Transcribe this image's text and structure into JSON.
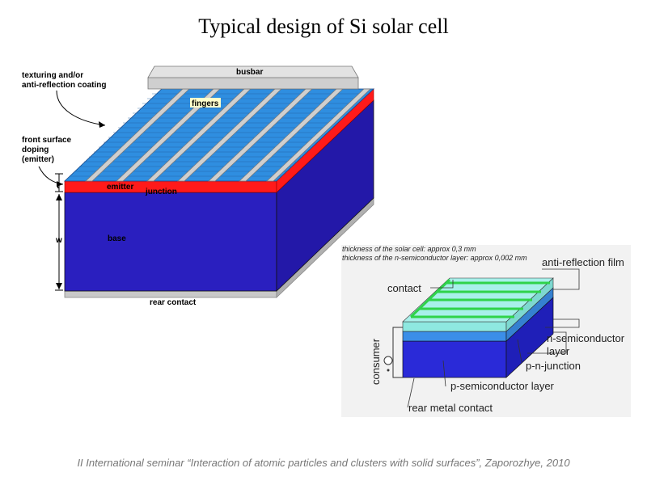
{
  "slide": {
    "title": "Typical design of Si solar cell",
    "footer": "II International seminar “Interaction of atomic particles and clusters with solid surfaces”, Zaporozhye, 2010"
  },
  "left_diagram": {
    "labels": {
      "busbar": "busbar",
      "texturing_line1": "texturing and/or",
      "texturing_line2": "anti-reflection coating",
      "fingers": "fingers",
      "front_line1": "front surface",
      "front_line2": "doping",
      "front_line3": "(emitter)",
      "t": "t",
      "emitter": "emitter",
      "junction": "junction",
      "w": "w",
      "base": "base",
      "rear_contact": "rear contact"
    },
    "colors": {
      "base": "#2a1fbf",
      "emitter": "#ff1a1a",
      "texture": "#2f8ee0",
      "metal": "#c9c9c9"
    }
  },
  "right_diagram": {
    "notes": {
      "line1": "thickness of the solar cell: approx 0,3 mm",
      "line2": "thickness of the n-semiconductor layer: approx 0,002 mm"
    },
    "labels": {
      "anti_reflection": "anti-reflection film",
      "contact": "contact",
      "n_semi_line1": "n-semiconductor",
      "n_semi_line2": "layer",
      "pn_junction": "p-n-junction",
      "consumer": "consumer",
      "p_semi": "p-semiconductor layer",
      "rear_metal": "rear metal contact"
    },
    "colors": {
      "film": "#8ee8e0",
      "n_layer": "#3b8ee8",
      "p_layer": "#2a2ad8",
      "contact": "#2fd34a"
    }
  }
}
